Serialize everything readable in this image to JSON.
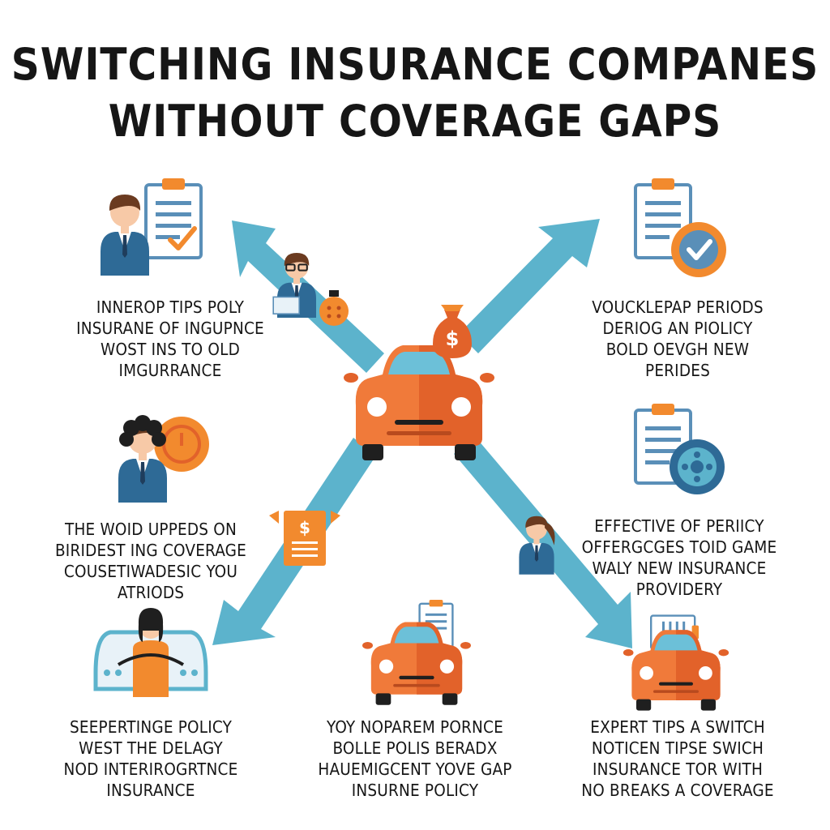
{
  "title": {
    "line1": "SWITCHING INSURANCE COMPANES",
    "line2": "WITHOUT COVERAGE GAPS"
  },
  "captions": {
    "top_left": [
      "INNEROP TIPS POLY",
      "INSURANE OF INGUPNCE",
      "WOST INS TO OLD",
      "IMGURRANCE"
    ],
    "top_right": [
      "VOUCKLEPAP PERIODS",
      "DERIOG AN PIOLICY",
      "BOLD OEVGH NEW",
      "PERIDES"
    ],
    "mid_left": [
      "THE WOID UPPEDS ON",
      "BIRIDEST ING COVERAGE",
      "COUSETIWADESIC YOU",
      "ATRIODS"
    ],
    "mid_right": [
      "EFFECTIVE OF PERIICY",
      "OFFERGCGES TOID GAME",
      "WALY NEW INSURANCE",
      "PROVIDERY"
    ],
    "bottom_left": [
      "SEEPERTINGE POLICY",
      "WEST THE DELAGY",
      "NOD INTERIROGRTNCE",
      "INSURANCE"
    ],
    "bottom_center": [
      "YOY NOPAREM PORNCE",
      "BOLLE POLIS BERADX",
      "HAUEMIGCENT YOVE GAP",
      "INSURNE POLICY"
    ],
    "bottom_right": [
      "EXPERT TIPS A SWITCH",
      "NOTICEN TIPSE SWICH",
      "INSURANCE TOR WITH",
      "NO BREAKS A COVERAGE"
    ]
  },
  "icons": {
    "dollar": "$",
    "colors": {
      "arrow": "#5cb3cc",
      "car": "#f07a3a",
      "car_dark": "#e2622a",
      "suit": "#2e6a96",
      "accent_orange": "#f28a2e",
      "clipboard_blue": "#5a8fb8"
    }
  }
}
